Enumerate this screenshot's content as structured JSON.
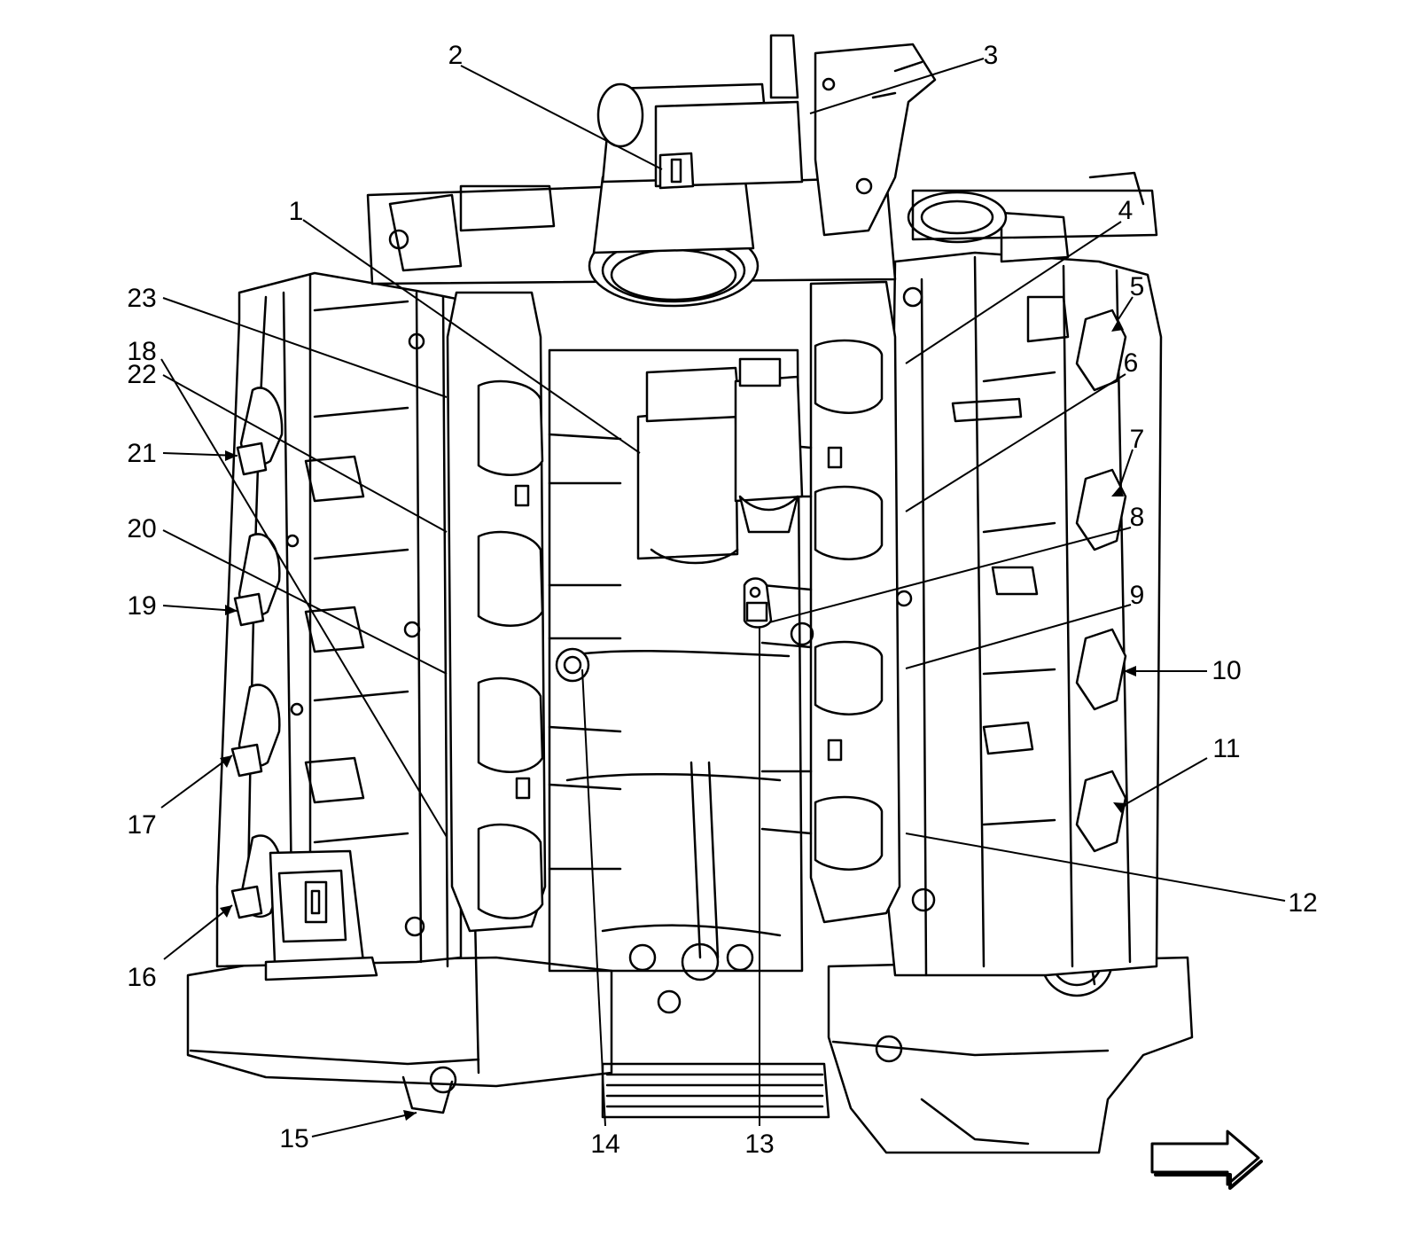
{
  "diagram": {
    "callouts": [
      {
        "id": "c1",
        "label": "1"
      },
      {
        "id": "c2",
        "label": "2"
      },
      {
        "id": "c3",
        "label": "3"
      },
      {
        "id": "c4",
        "label": "4"
      },
      {
        "id": "c5",
        "label": "5"
      },
      {
        "id": "c6",
        "label": "6"
      },
      {
        "id": "c7",
        "label": "7"
      },
      {
        "id": "c8",
        "label": "8"
      },
      {
        "id": "c9",
        "label": "9"
      },
      {
        "id": "c10",
        "label": "10"
      },
      {
        "id": "c11",
        "label": "11"
      },
      {
        "id": "c12",
        "label": "12"
      },
      {
        "id": "c13",
        "label": "13"
      },
      {
        "id": "c14",
        "label": "14"
      },
      {
        "id": "c15",
        "label": "15"
      },
      {
        "id": "c16",
        "label": "16"
      },
      {
        "id": "c17",
        "label": "17"
      },
      {
        "id": "c18",
        "label": "18"
      },
      {
        "id": "c19",
        "label": "19"
      },
      {
        "id": "c20",
        "label": "20"
      },
      {
        "id": "c21",
        "label": "21"
      },
      {
        "id": "c22",
        "label": "22"
      },
      {
        "id": "c23",
        "label": "23"
      }
    ],
    "direction_arrow": "right-arrow-icon",
    "colors": {
      "line": "#000000",
      "background": "#ffffff"
    }
  }
}
